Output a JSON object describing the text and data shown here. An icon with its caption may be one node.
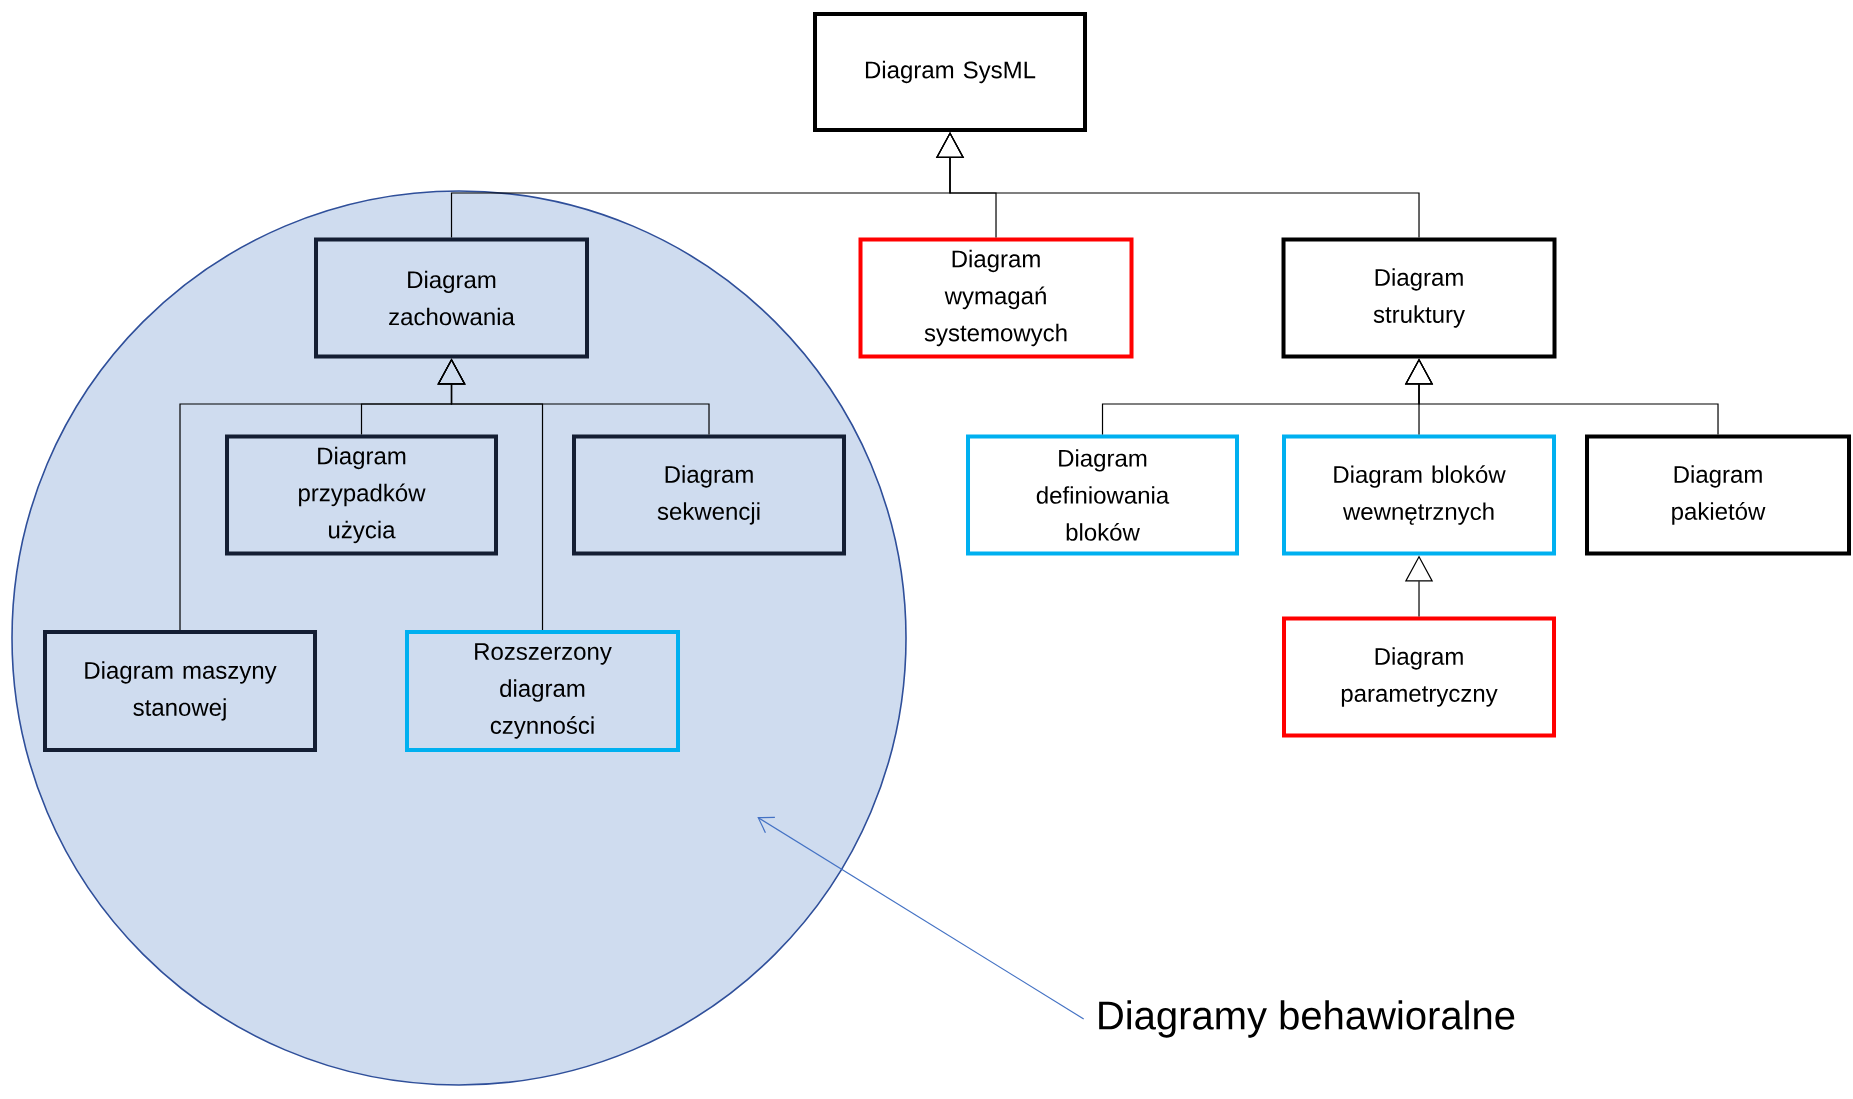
{
  "diagram": {
    "nodes": [
      {
        "text": [
          "Diagram SysML"
        ]
      },
      {
        "text": [],
        "shape": "circle"
      },
      {
        "text": [
          "Diagram zachowania"
        ],
        "in": 1
      },
      {
        "text": [
          "Diagram wymagań systemowych"
        ]
      },
      {
        "text": [
          "Diagram struktury"
        ]
      },
      {
        "text": [
          "Diagram przypadków użycia"
        ],
        "in": 1
      },
      {
        "text": [
          "Diagram sekwencji"
        ],
        "in": 1
      },
      {
        "text": [
          "Diagram maszyny stanowej"
        ],
        "in": 1
      },
      {
        "text": [
          "Rozszerzony diagram czynności"
        ],
        "in": 1
      },
      {
        "text": [
          "Diagram definiowania bloków"
        ]
      },
      {
        "text": [
          "Diagram bloków wewnętrznych"
        ]
      },
      {
        "text": [
          "Diagram pakietów"
        ]
      },
      {
        "text": [
          "Diagram parametryczny"
        ]
      },
      {
        "text": [
          "Diagramy behawioralne"
        ]
      }
    ],
    "edges": [
      {
        "from": 2,
        "to": 0,
        "arrow": "to"
      },
      {
        "from": 3,
        "to": 0,
        "arrow": "to"
      },
      {
        "from": 4,
        "to": 0,
        "arrow": "to"
      },
      {
        "from": 7,
        "to": 2,
        "arrow": "to"
      },
      {
        "from": 5,
        "to": 2,
        "arrow": "to"
      },
      {
        "from": 8,
        "to": 2,
        "arrow": "to"
      },
      {
        "from": 6,
        "to": 2,
        "arrow": "to"
      },
      {
        "from": 9,
        "to": 4,
        "arrow": "to"
      },
      {
        "from": 10,
        "to": 4,
        "arrow": "to"
      },
      {
        "from": 11,
        "to": 4,
        "arrow": "to"
      },
      {
        "from": 12,
        "to": 10,
        "arrow": "to"
      },
      {
        "from": 13,
        "to": 1,
        "arrow": "to",
        "color": "#4472c4"
      }
    ]
  }
}
